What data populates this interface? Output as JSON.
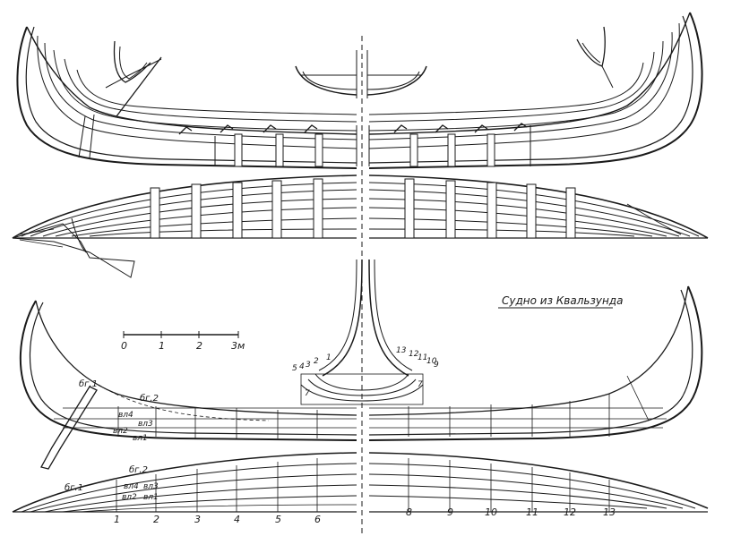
{
  "title": "Судно из Квальзунда",
  "scale": {
    "ticks": [
      "0",
      "1",
      "2"
    ],
    "end_label": "3м"
  },
  "labels": {
    "bg1": "бг.1",
    "bg2": "бг.2",
    "vl1": "вл1",
    "vl2": "вл2",
    "vl3": "вл3",
    "vl4": "вл4"
  },
  "section_left_numbers": [
    "5",
    "4",
    "3",
    "2",
    "1"
  ],
  "section_right_numbers": [
    "13",
    "12",
    "11",
    "10",
    "9"
  ],
  "section_base_label": "7",
  "frame_numbers_left": [
    "1",
    "2",
    "3",
    "4",
    "5",
    "6"
  ],
  "frame_numbers_right": [
    "8",
    "9",
    "10",
    "11",
    "12",
    "13"
  ]
}
